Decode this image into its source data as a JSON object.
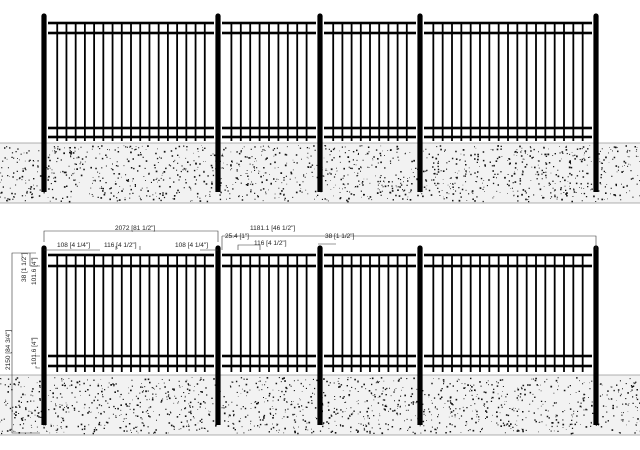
{
  "colors": {
    "fence": "#000000",
    "ground": "#f2f2f2",
    "speckle": "#111111",
    "dimension": "#333333"
  },
  "dimensions": {
    "overall_panel_width": "2072 [81 1/2\"]",
    "picket_spacing_end_left": "108 [4 1/4\"]",
    "picket_spacing_mid": "116 [4 1/2\"]",
    "picket_spacing_end_right": "108 [4 1/4\"]",
    "post_gap": "25.4 [1\"]",
    "gate_width": "1181.1 [46 1/2\"]",
    "gate_picket_spacing": "116 [4 1/2\"]",
    "post_size": "38 [1 1/2\"]",
    "top_rail_offset": "38 [1 1/2\"]",
    "top_rail_spacing": "101.6 [4\"]",
    "bottom_rail_spacing": "101.6 [4\"]",
    "total_height": "2150 [84 3/4\"]"
  }
}
